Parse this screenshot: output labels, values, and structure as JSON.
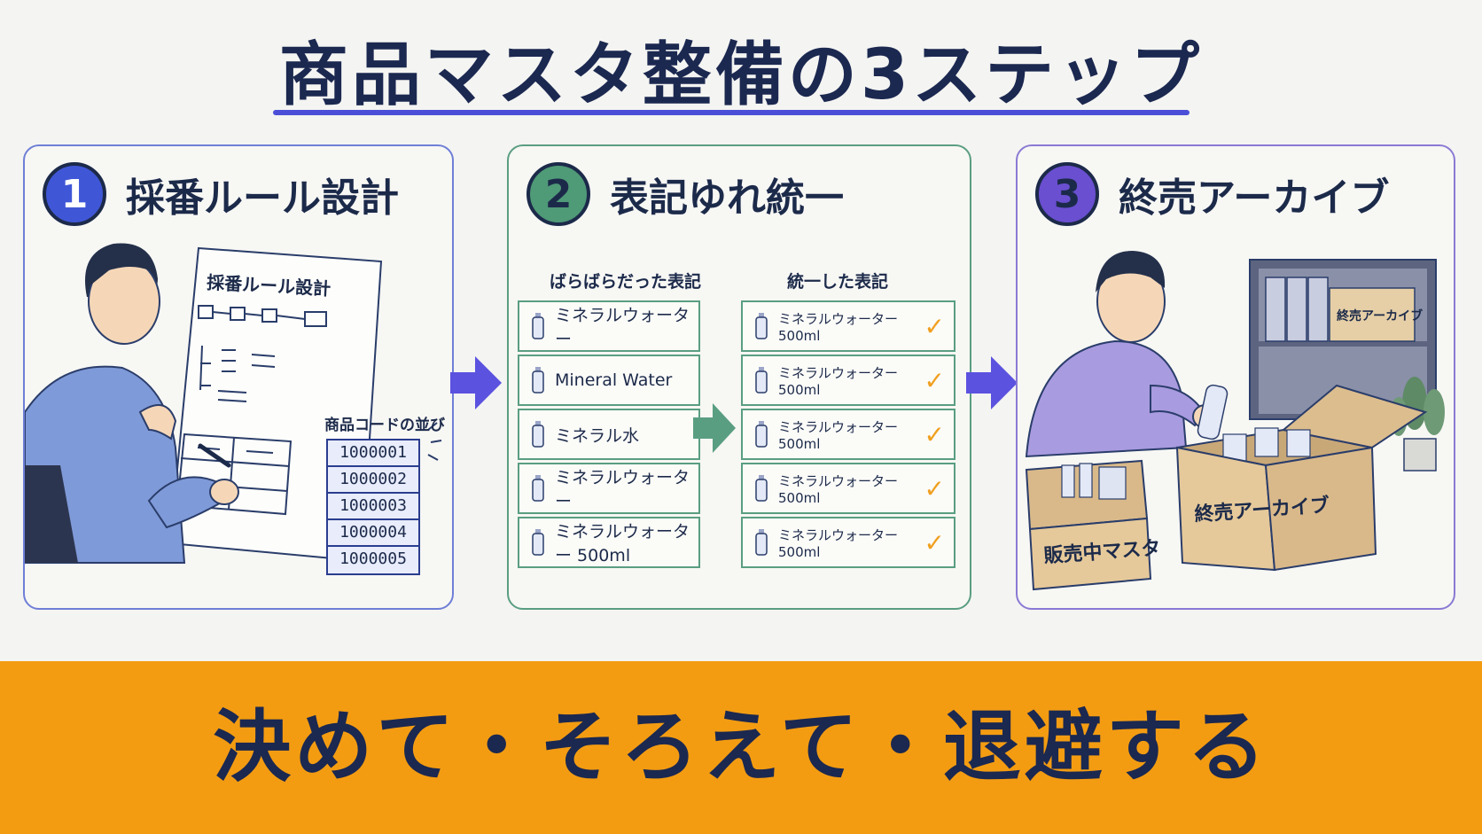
{
  "title": "商品マスタ整備の3ステップ",
  "steps": [
    {
      "number": "1",
      "title": "採番ルール設計",
      "sheet_title": "採番ルール設計",
      "code_label": "商品コードの並び",
      "codes": [
        "1000001",
        "1000002",
        "1000003",
        "1000004",
        "1000005"
      ]
    },
    {
      "number": "2",
      "title": "表記ゆれ統一",
      "before_label": "ばらばらだった表記",
      "after_label": "統一した表記",
      "before_items": [
        "ミネラルウォーター",
        "Mineral Water",
        "ミネラル水",
        "ミネラルウォーター",
        "ミネラルウォーター 500ml"
      ],
      "after_items": [
        "ミネラルウォーター 500ml",
        "ミネラルウォーター 500ml",
        "ミネラルウォーター 500ml",
        "ミネラルウォーター 500ml",
        "ミネラルウォーター 500ml"
      ],
      "check_mark": "✓"
    },
    {
      "number": "3",
      "title": "終売アーカイブ",
      "shelf_box_label": "終売アーカイブ",
      "active_box_label": "販売中マスタ",
      "archive_box_label": "終売アーカイブ"
    }
  ],
  "tagline": "決めて・そろえて・退避する",
  "colors": {
    "accent_blue": "#3f57d6",
    "accent_green": "#4f9a77",
    "accent_purple": "#6a4fd0",
    "arrow": "#5b52e0",
    "band": "#f39c12"
  }
}
